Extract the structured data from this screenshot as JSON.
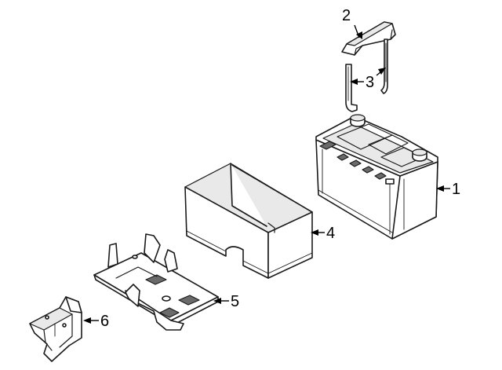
{
  "diagram": {
    "background_color": "#ffffff",
    "line_color": "#1a1a1a",
    "callouts": [
      {
        "id": "1",
        "label": "1",
        "part": "battery"
      },
      {
        "id": "2",
        "label": "2",
        "part": "hold-down-bracket"
      },
      {
        "id": "3",
        "label": "3",
        "part": "hold-down-rods"
      },
      {
        "id": "4",
        "label": "4",
        "part": "battery-insulator-box"
      },
      {
        "id": "5",
        "label": "5",
        "part": "battery-tray"
      },
      {
        "id": "6",
        "label": "6",
        "part": "tray-support-bracket"
      }
    ]
  }
}
